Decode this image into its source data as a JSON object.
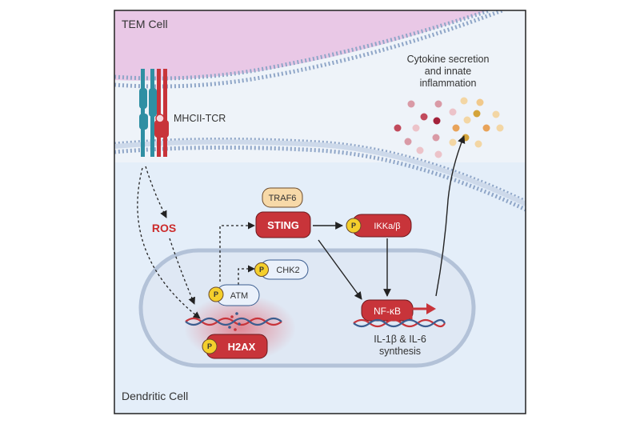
{
  "cells": {
    "tem_title": "TEM Cell",
    "dendritic_title": "Dendritic Cell"
  },
  "labels": {
    "mhcii_tcr": "MHCII-TCR",
    "ros": "ROS",
    "cytokine_line1": "Cytokine secretion",
    "cytokine_line2": "and innate",
    "cytokine_line3": "inflammation",
    "il_line1": "IL-1β & IL-6",
    "il_line2": "synthesis"
  },
  "proteins": {
    "traf6": "TRAF6",
    "sting": "STING",
    "ikk": "IKKa/β",
    "chk2": "CHK2",
    "atm": "ATM",
    "h2ax": "H2AX",
    "nfkb": "NF-κB",
    "p": "P"
  },
  "colors": {
    "tem_membrane": "#e9c8e6",
    "dc_background": "#e4eef9",
    "membrane_dots": "#8fa6c8",
    "nucleus_border": "#b3c2d8",
    "red_protein": "#c8343a",
    "phospho": "#f4cf2c",
    "ros_text": "#cc2b2b"
  }
}
